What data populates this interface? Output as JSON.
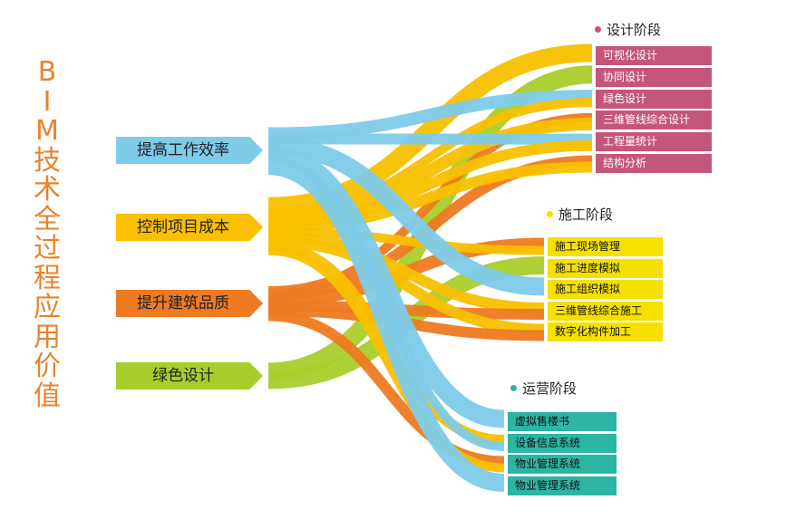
{
  "title_chars": [
    "B",
    "I",
    "M",
    "技",
    "术",
    "全",
    "过",
    "程",
    "应",
    "用",
    "价",
    "值"
  ],
  "colors": {
    "title": "#e9822b",
    "blue": "#7ecbea",
    "yellow": "#f8c000",
    "orange": "#ee7a22",
    "green": "#a8cd2a",
    "design": "#c4567a",
    "construction": "#f5e000",
    "operation": "#2db5a3"
  },
  "sources": [
    {
      "label": "提高工作效率",
      "color": "#7ecbea"
    },
    {
      "label": "控制项目成本",
      "color": "#f8c000"
    },
    {
      "label": "提升建筑品质",
      "color": "#ee7a22"
    },
    {
      "label": "绿色设计",
      "color": "#a8cd2a"
    }
  ],
  "stages": [
    {
      "name": "设计阶段",
      "color": "#c4567a",
      "items": [
        "可视化设计",
        "协同设计",
        "绿色设计",
        "三维管线综合设计",
        "工程量统计",
        "结构分析"
      ]
    },
    {
      "name": "施工阶段",
      "color": "#f5e000",
      "items": [
        "施工现场管理",
        "施工进度模拟",
        "施工组织模拟",
        "三维管线综合施工",
        "数字化构件加工"
      ]
    },
    {
      "name": "运营阶段",
      "color": "#2db5a3",
      "items": [
        "虚拟售楼书",
        "设备信息系统",
        "物业管理系统",
        "物业管理系统"
      ]
    }
  ],
  "flows": [
    {
      "from": 1,
      "stage": 0,
      "item": 0,
      "w": 20
    },
    {
      "from": 3,
      "stage": 0,
      "item": 1,
      "w": 20
    },
    {
      "from": 0,
      "stage": 0,
      "item": 2,
      "w": 14
    },
    {
      "from": 1,
      "stage": 0,
      "item": 2,
      "w": 10
    },
    {
      "from": 2,
      "stage": 0,
      "item": 3,
      "w": 10
    },
    {
      "from": 1,
      "stage": 0,
      "item": 3,
      "w": 14
    },
    {
      "from": 0,
      "stage": 0,
      "item": 4,
      "w": 12
    },
    {
      "from": 1,
      "stage": 0,
      "item": 4,
      "w": 12
    },
    {
      "from": 2,
      "stage": 0,
      "item": 5,
      "w": 12
    },
    {
      "from": 1,
      "stage": 0,
      "item": 5,
      "w": 12
    },
    {
      "from": 2,
      "stage": 1,
      "item": 0,
      "w": 14
    },
    {
      "from": 1,
      "stage": 1,
      "item": 0,
      "w": 10
    },
    {
      "from": 3,
      "stage": 1,
      "item": 1,
      "w": 20
    },
    {
      "from": 0,
      "stage": 1,
      "item": 2,
      "w": 20
    },
    {
      "from": 1,
      "stage": 1,
      "item": 3,
      "w": 12
    },
    {
      "from": 2,
      "stage": 1,
      "item": 3,
      "w": 12
    },
    {
      "from": 1,
      "stage": 1,
      "item": 4,
      "w": 12
    },
    {
      "from": 2,
      "stage": 1,
      "item": 4,
      "w": 12
    },
    {
      "from": 0,
      "stage": 2,
      "item": 0,
      "w": 20
    },
    {
      "from": 1,
      "stage": 2,
      "item": 1,
      "w": 12
    },
    {
      "from": 0,
      "stage": 2,
      "item": 1,
      "w": 10
    },
    {
      "from": 2,
      "stage": 2,
      "item": 2,
      "w": 12
    },
    {
      "from": 1,
      "stage": 2,
      "item": 2,
      "w": 10
    },
    {
      "from": 0,
      "stage": 2,
      "item": 3,
      "w": 20
    }
  ]
}
